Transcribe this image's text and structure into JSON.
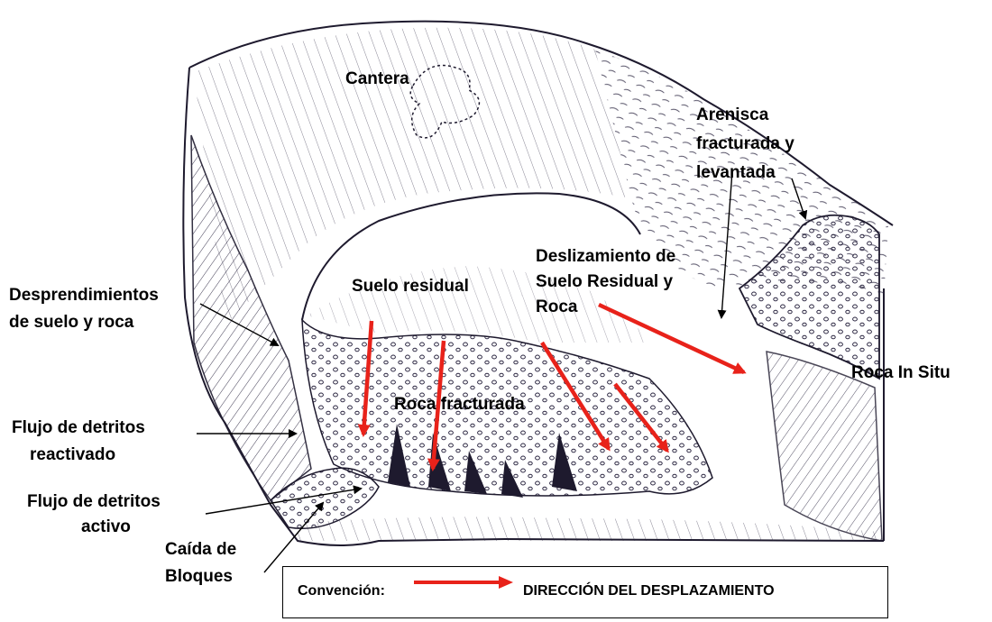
{
  "labels": {
    "cantera": "Cantera",
    "arenisca": [
      "Arenisca",
      "fracturada y",
      "levantada"
    ],
    "deslizamiento": [
      "Deslizamiento de",
      "Suelo Residual y",
      "Roca"
    ],
    "suelo_residual": "Suelo residual",
    "desprendimientos": [
      "Desprendimientos",
      "de suelo y roca"
    ],
    "roca_in_situ": "Roca In Situ",
    "roca_fracturada": "Roca fracturada",
    "flujo_reactivado": [
      "Flujo de detritos",
      "reactivado"
    ],
    "flujo_activo": [
      "Flujo de detritos",
      "activo"
    ],
    "caida_bloques": [
      "Caída de",
      "Bloques"
    ]
  },
  "legend": {
    "title": "Convención:",
    "text": "DIRECCIÓN DEL DESPLAZAMIENTO"
  },
  "colors": {
    "displacement_arrow": "#e8221a",
    "ink": "#1e1a2e"
  }
}
